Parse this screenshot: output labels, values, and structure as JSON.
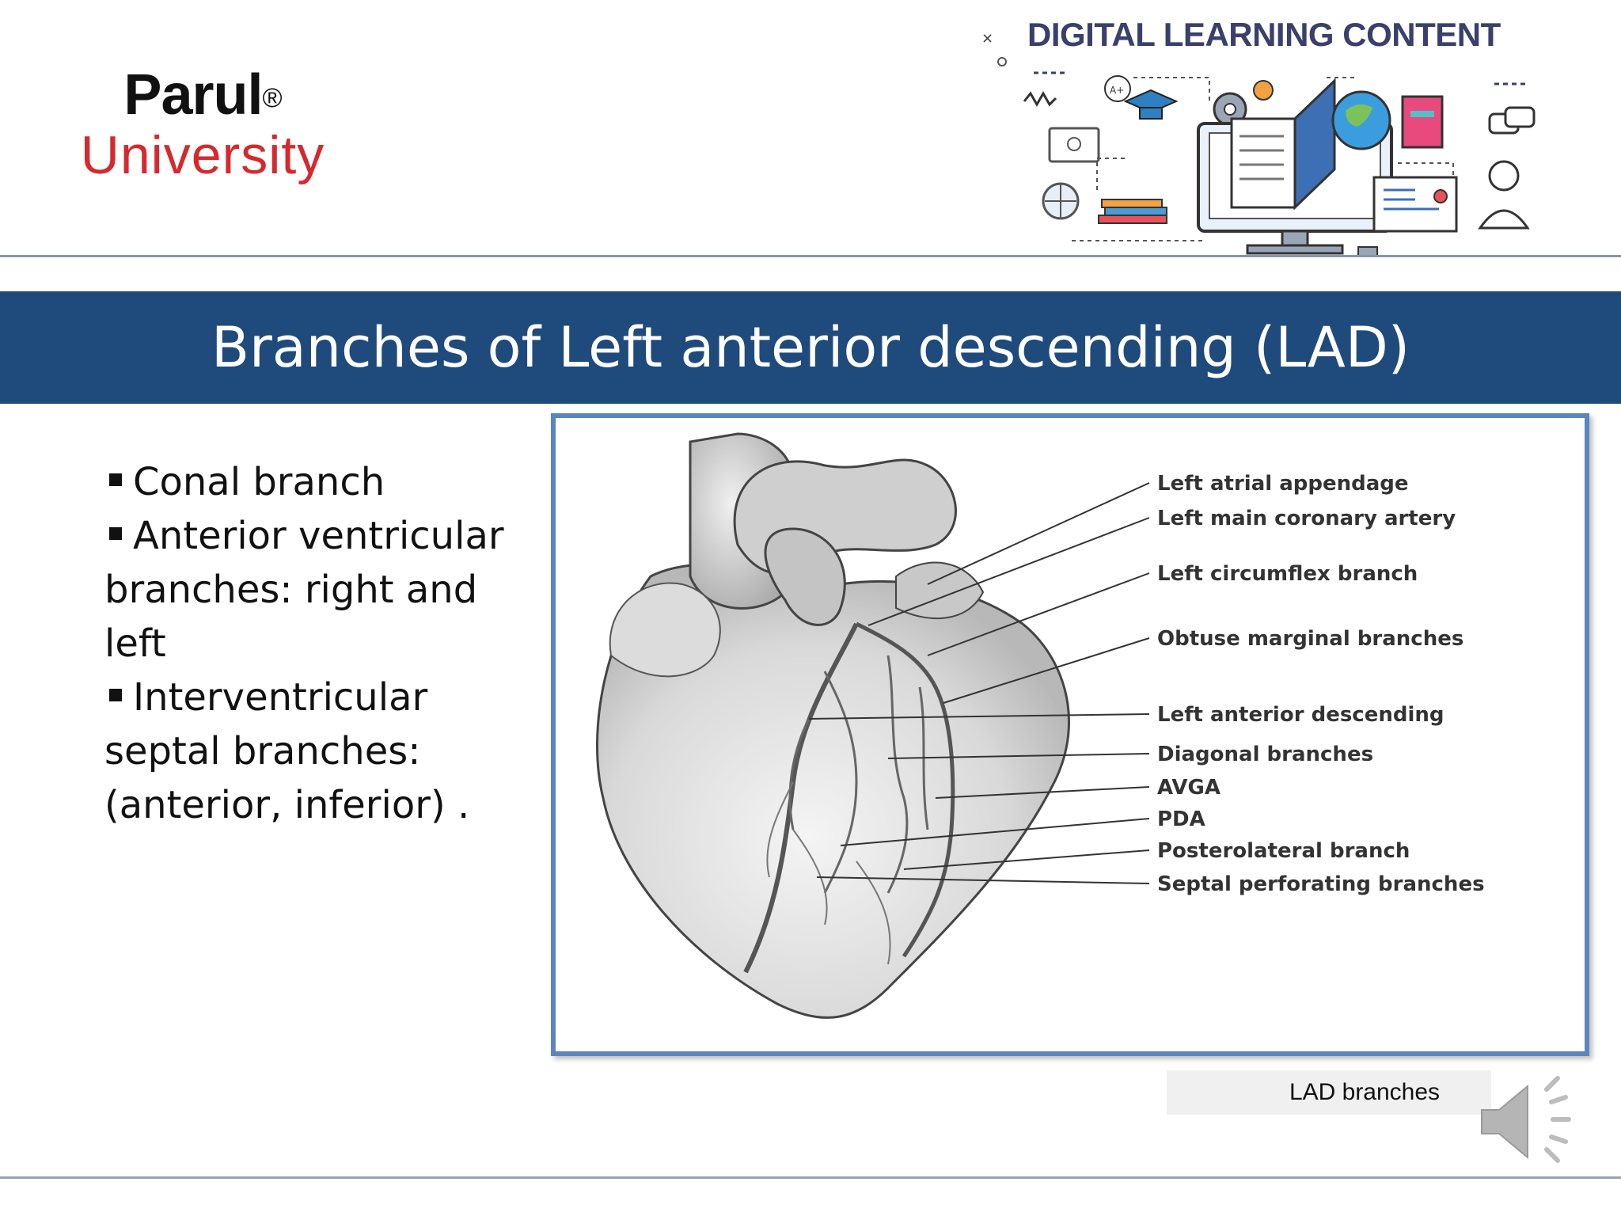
{
  "header": {
    "logo_line1": "Parul",
    "logo_reg": "®",
    "logo_line2": "University",
    "banner_title": "DIGITAL LEARNING CONTENT"
  },
  "slide": {
    "title": "Branches of Left anterior descending (LAD)",
    "bullets": [
      "Conal branch",
      "Anterior ventricular branches: right and left",
      "Interventricular septal branches: (anterior, inferior) ."
    ]
  },
  "figure": {
    "labels": [
      "Left atrial appendage",
      "Left main coronary artery",
      "Left circumflex branch",
      "Obtuse marginal branches",
      "Left anterior descending",
      "Diagonal branches",
      "AVGA",
      "PDA",
      "Posterolateral branch",
      "Septal perforating branches"
    ],
    "caption": "LAD branches"
  },
  "colors": {
    "title_bar": "#1f4a7c",
    "logo_red": "#d42a2f",
    "figure_border": "#5b86bd",
    "banner_text": "#3a3f6b"
  },
  "icons": {
    "audio": "speaker-icon"
  }
}
